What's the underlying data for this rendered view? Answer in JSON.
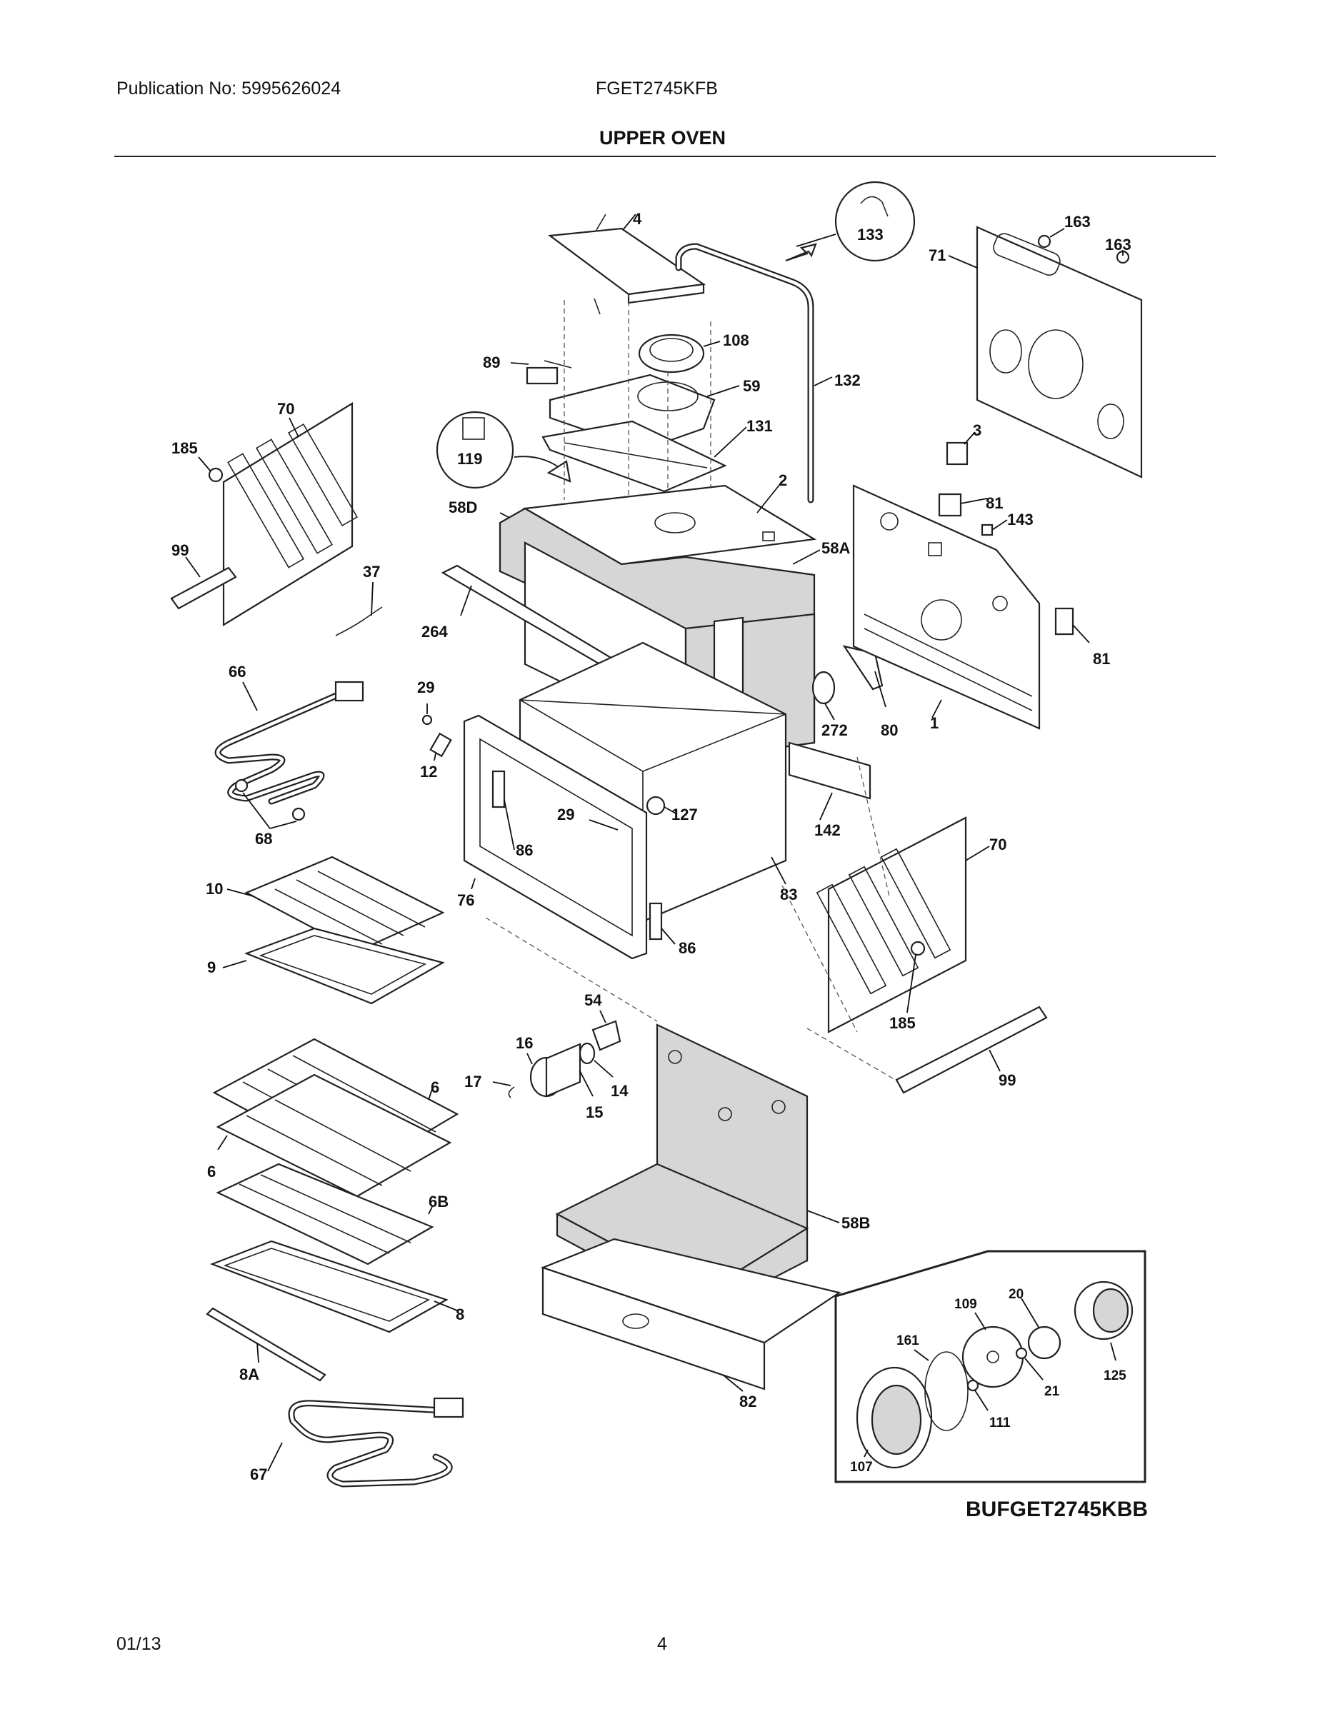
{
  "header": {
    "publication": "Publication No: 5995626024",
    "model": "FGET2745KFB",
    "section_title": "UPPER OVEN"
  },
  "footer": {
    "date": "01/13",
    "page": "4"
  },
  "callouts": {
    "c4": "4",
    "c133": "133",
    "c163a": "163",
    "c163b": "163",
    "c71": "71",
    "c108": "108",
    "c89": "89",
    "c59": "59",
    "c132": "132",
    "c131": "131",
    "c119": "119",
    "c70a": "70",
    "c185a": "185",
    "c99a": "99",
    "c37": "37",
    "c58D": "58D",
    "c2": "2",
    "c58A": "58A",
    "c3": "3",
    "c81a": "81",
    "c143": "143",
    "c81b": "81",
    "c264": "264",
    "c66": "66",
    "c29a": "29",
    "c12": "12",
    "c68": "68",
    "c272": "272",
    "c80": "80",
    "c1": "1",
    "c29b": "29",
    "c127": "127",
    "c86a": "86",
    "c142": "142",
    "c70b": "70",
    "c10": "10",
    "c76": "76",
    "c83": "83",
    "c9": "9",
    "c86b": "86",
    "c185b": "185",
    "c54": "54",
    "c16": "16",
    "c14": "14",
    "c17": "17",
    "c15": "15",
    "c99b": "99",
    "c6a": "6",
    "c6b": "6",
    "c6B": "6B",
    "c58B": "58B",
    "c8": "8",
    "c8A": "8A",
    "c82": "82",
    "c67": "67"
  },
  "inset": {
    "code": "BUFGET2745KBB",
    "c109": "109",
    "c20": "20",
    "c161": "161",
    "c125": "125",
    "c21": "21",
    "c111": "111",
    "c107": "107"
  }
}
